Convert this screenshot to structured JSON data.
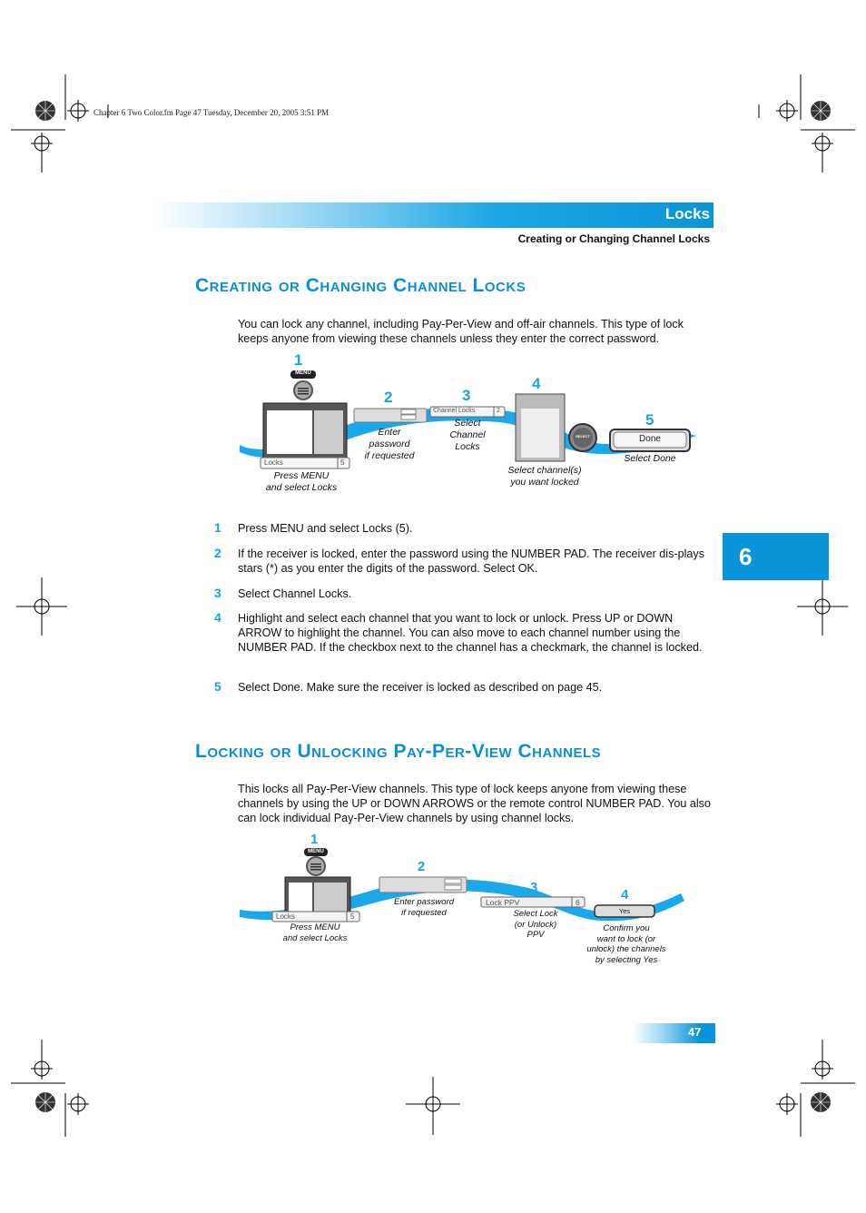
{
  "print_header": "Chapter 6 Two Color.fm  Page 47  Tuesday, December 20, 2005  3:51 PM",
  "header": {
    "title": "Locks",
    "subtitle": "Creating or Changing Channel Locks"
  },
  "section1": {
    "title": "Creating or Changing Channel Locks",
    "intro": "You can lock any channel, including Pay-Per-View and off-air channels. This type of lock keeps anyone from viewing these channels unless they enter the correct password.",
    "diagram": {
      "steps": [
        "1",
        "2",
        "3",
        "4",
        "5"
      ],
      "menu_label": "MENU",
      "locks_label": "Locks",
      "locks_num": "5",
      "channel_locks_label": "Channel Locks",
      "channel_locks_num": "2",
      "select_label": "SELECT",
      "done_label": "Done",
      "captions": {
        "c1a": "Press MENU",
        "c1b": "and select Locks",
        "c2a": "Enter",
        "c2b": "password",
        "c2c": "if requested",
        "c3a": "Select",
        "c3b": "Channel",
        "c3c": "Locks",
        "c4a": "Select channel(s)",
        "c4b": "you want locked",
        "c5": "Select Done"
      }
    },
    "steps": [
      {
        "num": "1",
        "text": "Press MENU and select Locks (5)."
      },
      {
        "num": "2",
        "text": "If the receiver is locked, enter the password using the NUMBER PAD. The receiver dis-plays stars (*) as you enter the digits of the password. Select OK."
      },
      {
        "num": "3",
        "text": "Select Channel Locks."
      },
      {
        "num": "4",
        "text": "Highlight and select each channel that you want to lock or unlock. Press UP or DOWN ARROW to highlight the channel. You can also move to each channel number using the NUMBER PAD. If the checkbox next to the channel has a checkmark, the channel is locked."
      },
      {
        "num": "5",
        "text": "Select Done. Make sure the receiver is locked as described on page 45."
      }
    ]
  },
  "section2": {
    "title": "Locking or Unlocking Pay-Per-View Channels",
    "intro": "This locks all Pay-Per-View channels. This type of lock keeps anyone from viewing these channels by using the UP or DOWN ARROWS or the remote control NUMBER PAD. You also can lock individual Pay-Per-View channels by using channel locks.",
    "diagram": {
      "steps": [
        "1",
        "2",
        "3",
        "4"
      ],
      "menu_label": "MENU",
      "locks_label": "Locks",
      "locks_num": "5",
      "lock_ppv_label": "Lock PPV",
      "lock_ppv_num": "6",
      "yes_label": "Yes",
      "captions": {
        "c1a": "Press MENU",
        "c1b": "and select Locks",
        "c2a": "Enter password",
        "c2b": "if requested",
        "c3a": "Select Lock",
        "c3b": "(or Unlock)",
        "c3c": "PPV",
        "c4a": "Confirm you",
        "c4b": "want to lock (or",
        "c4c": "unlock) the channels",
        "c4d": "by selecting Yes"
      }
    }
  },
  "chapter_number": "6",
  "page_number": "47",
  "colors": {
    "accent": "#0a95da",
    "step_number": "#1aa3e8",
    "title": "#0b8fd3"
  }
}
